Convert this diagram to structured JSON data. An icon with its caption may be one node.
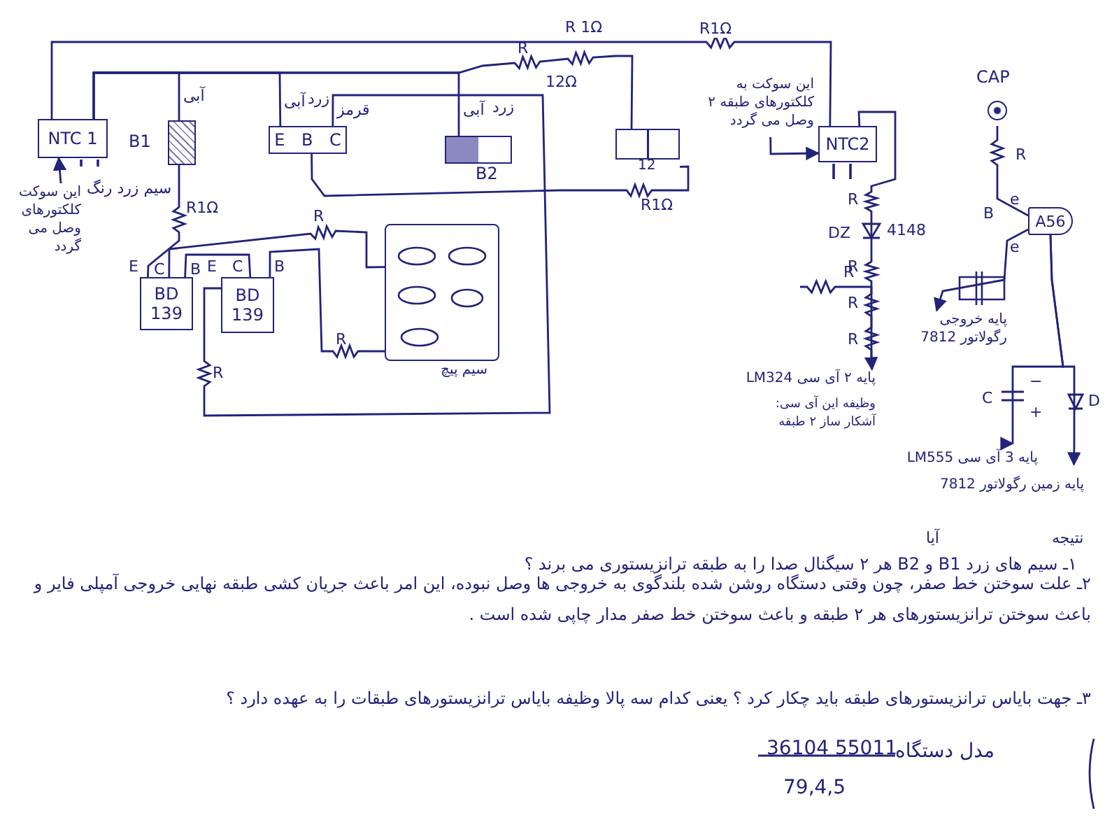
{
  "diagram": {
    "nodes": [
      {
        "text": [
          "NTC 1"
        ]
      },
      {
        "text": [
          "این سوکت کلکتورهای وصل می گردد"
        ]
      },
      {
        "text": [
          "B1"
        ]
      },
      {
        "text": [
          "E B C"
        ]
      },
      {
        "text": [
          "B2"
        ]
      },
      {
        "text": [
          "12"
        ]
      },
      {
        "text": [
          "NTC2"
        ]
      },
      {
        "text": [
          "این سوکت به کلکتورهای طبقه ۲ وصل می گردد"
        ]
      },
      {
        "text": [
          "BD 139"
        ]
      },
      {
        "text": [
          "BD 139"
        ]
      },
      {
        "text": [
          "سیم پیچ"
        ]
      },
      {
        "text": [
          "A56"
        ]
      },
      {
        "text": [
          "CAP"
        ]
      },
      {
        "text": [
          "پایه ۲ آی سی LM324"
        ]
      },
      {
        "text": [
          "پایه خروجی رگولاتور 7812"
        ]
      },
      {
        "text": [
          "پایه 3 آی سی LM555"
        ]
      },
      {
        "text": [
          "پایه زمین رگولاتور 7812"
        ]
      }
    ],
    "edges": [
      {
        "from": 0,
        "to": 6,
        "arrow": "none",
        "label": "R1Ω"
      },
      {
        "from": 1,
        "to": 0,
        "arrow": "to"
      },
      {
        "from": 0,
        "to": 2,
        "arrow": "none"
      },
      {
        "from": 0,
        "to": 3,
        "arrow": "none"
      },
      {
        "from": 0,
        "to": 4,
        "arrow": "none"
      },
      {
        "from": 0,
        "to": 5,
        "arrow": "none"
      },
      {
        "from": 7,
        "to": 6,
        "arrow": "to"
      },
      {
        "from": 2,
        "to": 8,
        "arrow": "none"
      },
      {
        "from": 3,
        "to": 5,
        "arrow": "none"
      },
      {
        "from": 3,
        "to": 9,
        "arrow": "none"
      },
      {
        "from": 8,
        "to": 10,
        "arrow": "none"
      },
      {
        "from": 8,
        "to": 9,
        "arrow": "none"
      },
      {
        "from": 9,
        "to": 10,
        "arrow": "none"
      },
      {
        "from": 6,
        "to": 13,
        "arrow": "to"
      },
      {
        "from": 12,
        "to": 11,
        "arrow": "none"
      },
      {
        "from": 11,
        "to": 14,
        "arrow": "to"
      },
      {
        "from": 11,
        "to": 15,
        "arrow": "to"
      },
      {
        "from": 11,
        "to": 16,
        "arrow": "to"
      },
      {
        "from": null,
        "to": 13,
        "arrow": "none"
      }
    ],
    "labels": [
      "آبی",
      "آبی",
      "زرد",
      "قرمز",
      "آبی",
      "زرد",
      "R",
      "R 1Ω",
      "12Ω",
      "R1Ω",
      "سیم زرد رنگ",
      "R1Ω",
      "E",
      "C",
      "B",
      "E",
      "C",
      "B",
      "R",
      "R",
      "R",
      "R",
      "DZ",
      "4148",
      "R",
      "R",
      "R",
      "R",
      "R",
      "e",
      "B",
      "e",
      "−",
      "C",
      "+",
      "D",
      "وظیفه این آی سی: آشکار ساز ۲ طبقه",
      "نتیجه",
      "آیا",
      "۱ـ سیم های زرد B1 و B2 هر ۲ سیگنال صدا را به طبقه ترانزیستوری می برند ؟",
      "۲ـ علت سوختن خط صفر، چون وقتی دستگاه روشن شده بلندگوی به خروجی ها وصل نبوده، این امر باعث جریان کشی طبقه نهایی خروجی آمپلی فایر و باعث سوختن ترانزیستورهای هر ۲ طبقه و باعث سوختن خط صفر مدار چاپی شده است .",
      "۳ـ جهت بایاس ترانزیستورهای طبقه باید چکار کرد ؟ یعنی کدام سه پالا وظیفه بایاس ترانزیستورهای طبقات را به عهده دارد ؟",
      "36104 55011",
      "مدل دستگاه",
      "79,4,5"
    ]
  }
}
